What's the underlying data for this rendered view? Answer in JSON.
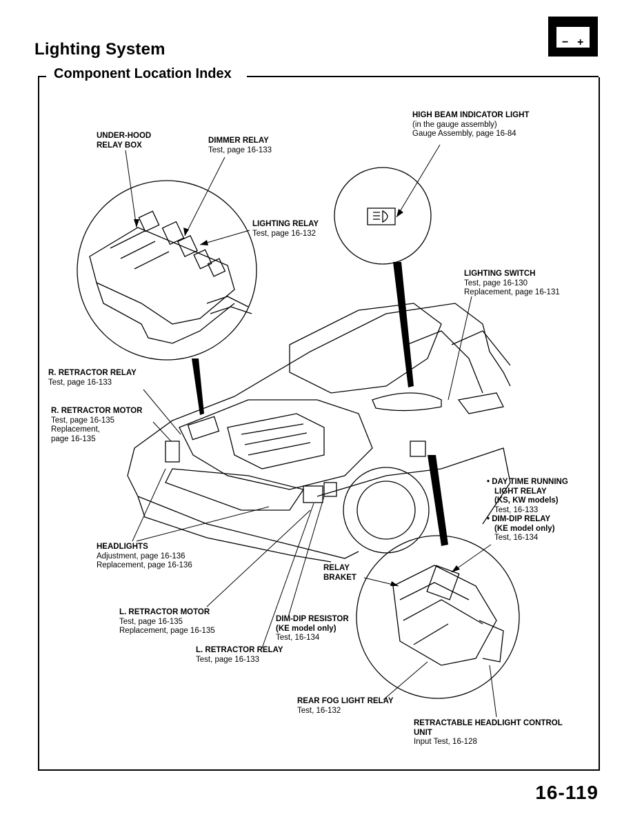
{
  "header": {
    "title": "Lighting System",
    "subtitle": "Component Location Index",
    "battery_icon": "battery-icon",
    "battery_minus": "−",
    "battery_plus": "+"
  },
  "labels": {
    "under_hood": {
      "l1": "UNDER-HOOD",
      "l2": "RELAY BOX"
    },
    "dimmer": {
      "title": "DIMMER RELAY",
      "l1": "Test, page 16-133"
    },
    "lighting_relay": {
      "title": "LIGHTING RELAY",
      "l1": "Test, page 16-132"
    },
    "high_beam": {
      "title": "HIGH BEAM INDICATOR LIGHT",
      "l1": "(in the gauge assembly)",
      "l2": "Gauge Assembly, page 16-84"
    },
    "lighting_switch": {
      "title": "LIGHTING SWITCH",
      "l1": "Test, page 16-130",
      "l2": "Replacement, page 16-131"
    },
    "r_retractor_relay": {
      "title": "R. RETRACTOR RELAY",
      "l1": "Test, page 16-133"
    },
    "r_retractor_motor": {
      "title": "R. RETRACTOR MOTOR",
      "l1": "Test, page 16-135",
      "l2": "Replacement,",
      "l3": "page 16-135"
    },
    "day_time": {
      "title1": "• DAY TIME RUNNING",
      "title2": "LIGHT RELAY",
      "l1": "(KS, KW models)",
      "l2": "Test, 16-133",
      "title3": "• DIM-DIP RELAY",
      "l3": "(KE model only)",
      "l4": "Test, 16-134"
    },
    "headlights": {
      "title": "HEADLIGHTS",
      "l1": "Adjustment, page 16-136",
      "l2": "Replacement, page 16-136"
    },
    "relay_braket": {
      "l1": "RELAY",
      "l2": "BRAKET"
    },
    "l_retractor_motor": {
      "title": "L. RETRACTOR MOTOR",
      "l1": "Test, page 16-135",
      "l2": "Replacement, page 16-135"
    },
    "dim_dip_resistor": {
      "title": "DIM-DIP RESISTOR",
      "l1": "(KE model only)",
      "l2": "Test, 16-134"
    },
    "l_retractor_relay": {
      "title": "L. RETRACTOR RELAY",
      "l1": "Test, page 16-133"
    },
    "rear_fog": {
      "title": "REAR FOG LIGHT RELAY",
      "l1": "Test, 16-132"
    },
    "retractable_unit": {
      "title1": "RETRACTABLE HEADLIGHT CONTROL",
      "title2": "UNIT",
      "l1": "Input Test, 16-128"
    }
  },
  "page_number": "16-119"
}
